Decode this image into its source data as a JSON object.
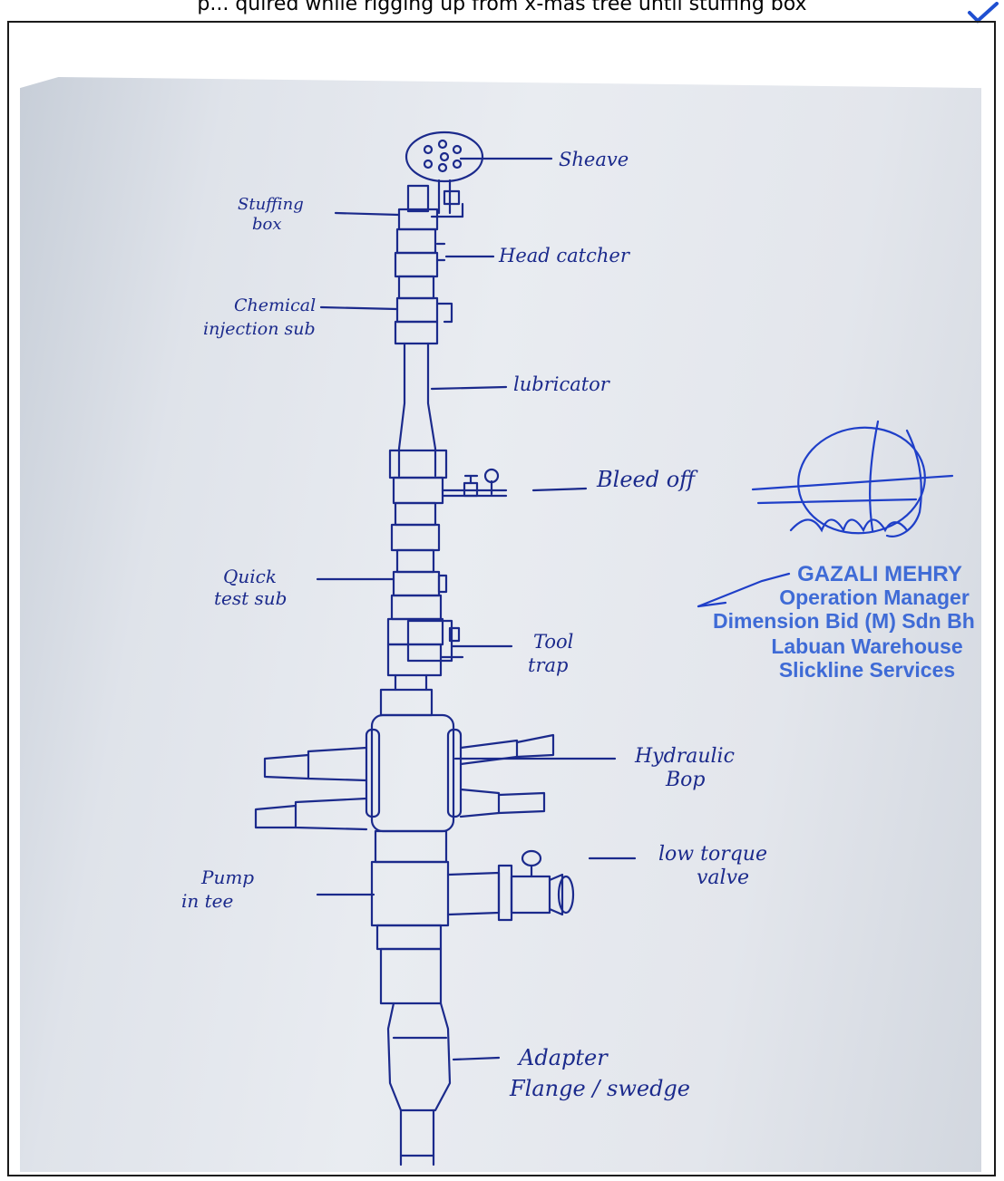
{
  "caption": "p... quired while rigging up from x-mas tree until stuffing box",
  "colors": {
    "ink": "#1b2a8c",
    "stamp": "#3f6bd6",
    "paper": "#e6e9ee",
    "check": "#1f4fd1"
  },
  "labels": {
    "sheave": "Sheave",
    "stuffing_box_1": "Stuffing",
    "stuffing_box_2": "box",
    "head_catcher": "Head catcher",
    "chemical_injection_1": "Chemical",
    "chemical_injection_2": "injection sub",
    "lubricator": "lubricator",
    "bleed_off": "Bleed off",
    "quick_test_1": "Quick",
    "quick_test_2": "test sub",
    "tool_trap_1": "Tool",
    "tool_trap_2": "trap",
    "hydraulic_bop_1": "Hydraulic",
    "hydraulic_bop_2": "Bop",
    "low_torque_1": "low torque",
    "low_torque_2": "valve",
    "pump_in_tee_1": "Pump",
    "pump_in_tee_2": "in tee",
    "adapter_1": "Adapter",
    "adapter_2": "Flange / swedge"
  },
  "stamp": {
    "name": "GAZALI MEHRY",
    "title": "Operation Manager",
    "company": "Dimension Bid (M) Sdn Bh",
    "location": "Labuan Warehouse",
    "service": "Slickline Services"
  },
  "icons": {
    "check": "check-mark-icon",
    "signature": "signature-icon"
  }
}
